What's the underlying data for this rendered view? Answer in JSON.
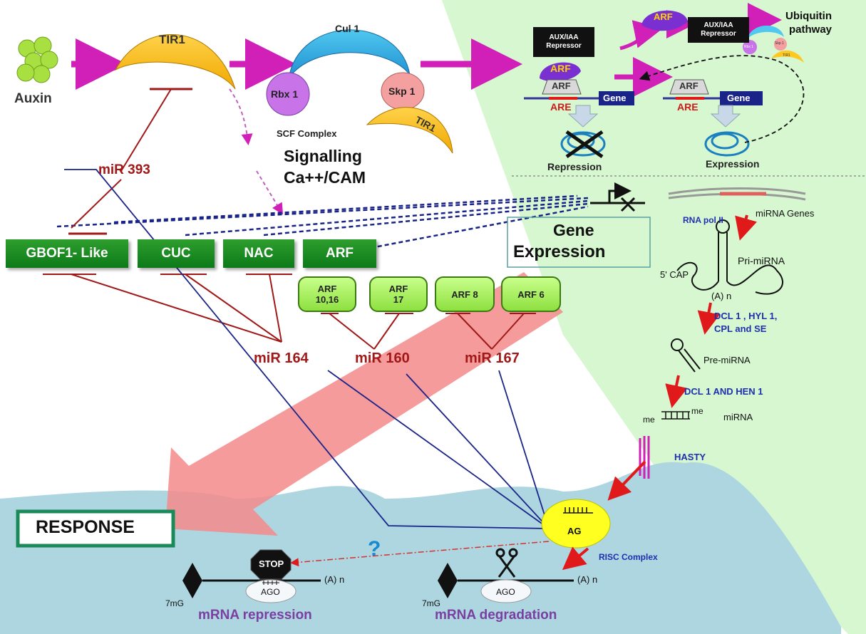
{
  "colors": {
    "green_bg": "#d6f7cf",
    "blue_bg": "#add6e0",
    "inhibit_red": "#a01818",
    "link_blue": "#1f2fb0",
    "magenta": "#d020b8",
    "pink_arrow": "#f48a8a"
  },
  "perception": {
    "auxin": "Auxin",
    "tir1": "TIR1",
    "cul1": "Cul 1",
    "rbx1": "Rbx 1",
    "skp1": "Skp 1",
    "tir1_b": "TIR1",
    "scf": "SCF Complex",
    "signalling_1": "Signalling",
    "signalling_2": "Ca++/CAM"
  },
  "top_right": {
    "repressor_1_line1": "AUX/IAA",
    "repressor_1_line2": "Repressor",
    "repressor_2_line1": "AUX/IAA",
    "repressor_2_line2": "Repressor",
    "arf_released": "ARF",
    "arf_bound": "ARF",
    "arf_box_1": "ARF",
    "arf_box_2": "ARF",
    "are_1": "ARE",
    "are_2": "ARE",
    "gene_1": "Gene",
    "gene_2": "Gene",
    "repression": "Repression",
    "expression": "Expression",
    "ubiquitin_1": "Ubiquitin",
    "ubiquitin_2": "pathway",
    "mini_skp": "Skp 1",
    "mini_tir": "TIR1",
    "mini_rbx": "Rbx 1"
  },
  "targets": {
    "gbof1": "GBOF1- Like",
    "cuc": "CUC",
    "nac": "NAC",
    "arf": "ARF",
    "arf_10_16": [
      "ARF",
      "10,16"
    ],
    "arf_17": [
      "ARF",
      "17"
    ],
    "arf_8": "ARF 8",
    "arf_6": "ARF 6"
  },
  "mirnas": {
    "mir393": "miR 393",
    "mir164": "miR 164",
    "mir160": "miR 160",
    "mir167": "miR 167"
  },
  "gene_expression": {
    "line1": "Gene",
    "line2": "Expression"
  },
  "biogenesis": {
    "mirna_genes": "miRNA Genes",
    "rna_pol": "RNA pol II",
    "pri": "Pri-miRNA",
    "cap": "5' CAP",
    "polya": "(A) n",
    "dcl1_line1": "DCL 1 , HYL 1,",
    "dcl1_line2": "CPL and SE",
    "pre": "Pre-miRNA",
    "dcl_hen": "DCL 1 AND HEN 1",
    "me_left": "me",
    "me_right": "me",
    "mirna": "miRNA",
    "hasty": "HASTY"
  },
  "bottom": {
    "response": "RESPONSE",
    "ag": "AG",
    "risc": "RISC Complex",
    "stop": "STOP",
    "question": "?",
    "ago_1": "AGO",
    "ago_2": "AGO",
    "polya_1": "(A) n",
    "polya_2": "(A) n",
    "mg_1": "7mG",
    "mg_2": "7mG",
    "mrna_repression": "mRNA repression",
    "mrna_degradation": "mRNA degradation"
  }
}
